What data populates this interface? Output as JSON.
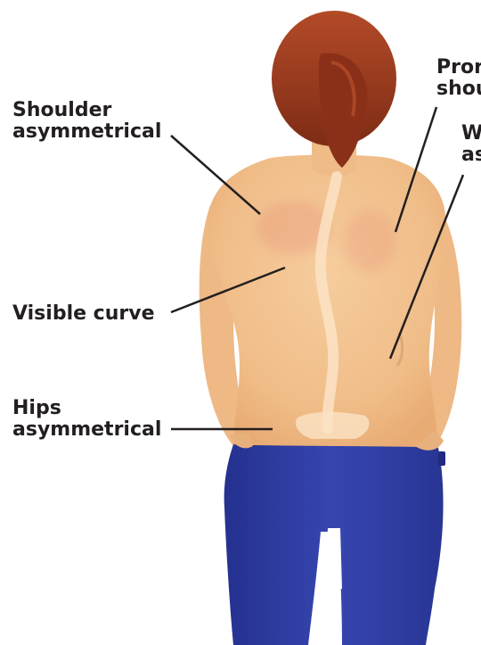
{
  "labels": {
    "shoulder": {
      "line1": "Shoulder",
      "line2": "asymmetrical"
    },
    "visible_curve": {
      "line1": "Visible curve"
    },
    "hips": {
      "line1": "Hips",
      "line2": "asymmetrical"
    },
    "prominent_shoulder": {
      "line1": "Pror",
      "line2": "shou"
    },
    "waist": {
      "line1": "W",
      "line2": "as"
    }
  },
  "colors": {
    "hair": "#9c3a1f",
    "skin": "#f3c28f",
    "pants": "#2f3ea3",
    "spine": "#fbe3c6",
    "text": "#231f20",
    "leader": "#231f20"
  }
}
